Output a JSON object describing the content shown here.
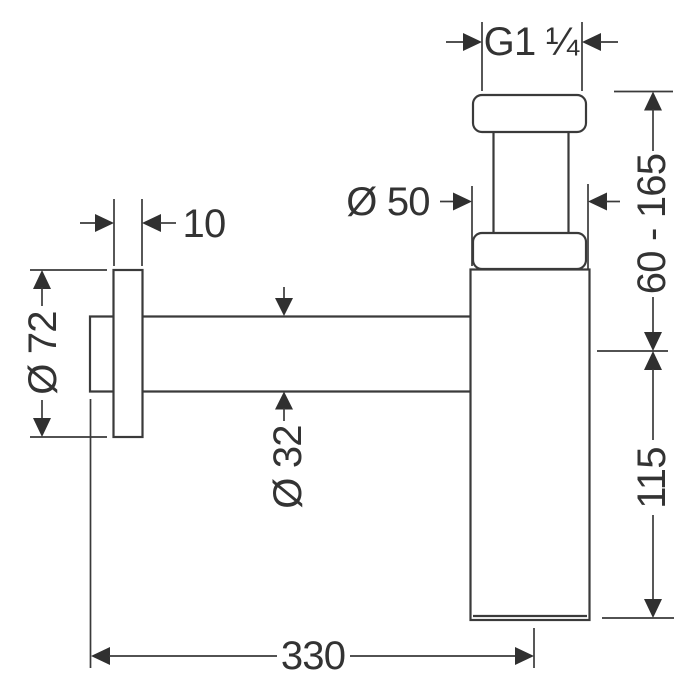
{
  "drawing": {
    "type": "technical-dimension-drawing",
    "subject": "bottle trap siphon side view",
    "background_color": "#ffffff",
    "line_color": "#3a3a3a",
    "text_color": "#333333",
    "dimensions": {
      "thread_size": "G1 ¼",
      "nut_diameter": "Ø 50",
      "height_adjustment": "60 - 165",
      "body_height": "115",
      "rosette_diameter": "Ø 72",
      "rosette_depth": "10",
      "pipe_diameter": "Ø 32",
      "projection": "330"
    }
  }
}
